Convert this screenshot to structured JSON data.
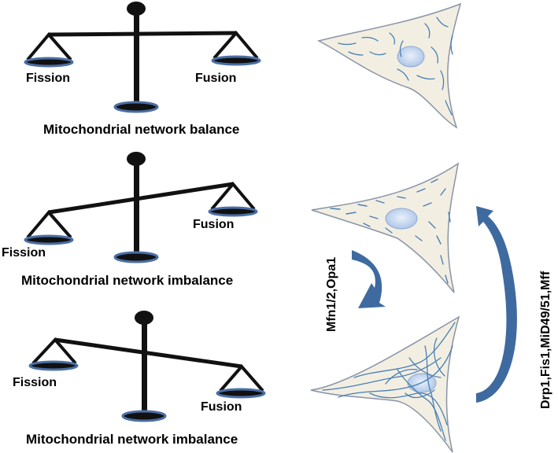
{
  "scales": [
    {
      "left_label": "Fission",
      "right_label": "Fusion",
      "caption": "Mitochondrial network balance",
      "state": "balanced"
    },
    {
      "left_label": "Fission",
      "right_label": "Fusion",
      "caption": "Mitochondrial network imbalance",
      "state": "fission-heavy"
    },
    {
      "left_label": "Fission",
      "right_label": "Fusion",
      "caption": "Mitochondrial network imbalance",
      "state": "fusion-heavy"
    }
  ],
  "arrows": {
    "fusion_proteins": "Mfn1/2,Opa1",
    "fission_proteins": "Drp1,Fis1,MiD49/51,Mff"
  },
  "colors": {
    "beam": "#111111",
    "pan_rim": "#4a6fa5",
    "cell_fill": "#f2efe2",
    "cell_stroke": "#8a93a8",
    "mito": "#4a7fb5",
    "nucleus": "#c6d7ef",
    "arrow": "#3e6aa0"
  }
}
